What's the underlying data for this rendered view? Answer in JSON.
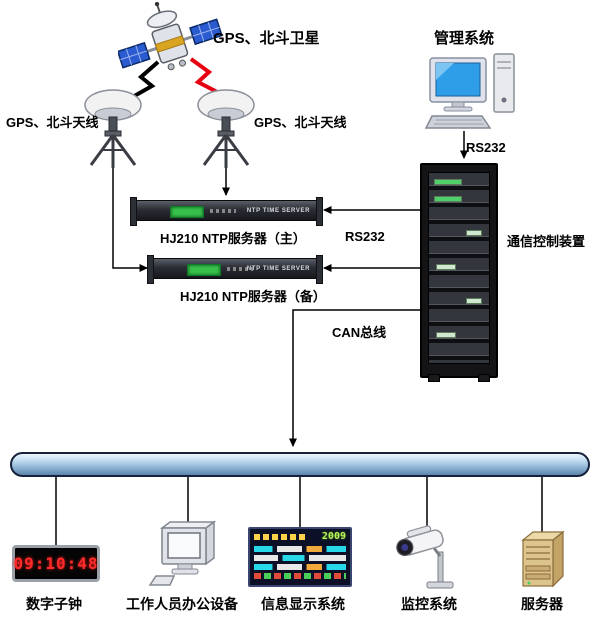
{
  "top": {
    "satellite_label": "GPS、北斗卫星",
    "management_label": "管理系统",
    "antenna_left_label": "GPS、北斗天线",
    "antenna_middle_label": "GPS、北斗天线"
  },
  "middle": {
    "ntp_main_label": "HJ210 NTP服务器（主）",
    "ntp_backup_label": "HJ210 NTP服务器（备）",
    "ntp_panel_text": "NTP TIME SERVER",
    "rs232_top_label": "RS232",
    "rs232_link_label": "RS232",
    "comm_control_label": "通信控制装置",
    "can_bus_label": "CAN总线"
  },
  "bottom": {
    "clock_label": "数字子钟",
    "clock_time": "09:10:48",
    "office_label": "工作人员办公设备",
    "display_label": "信息显示系统",
    "display_time": "2009",
    "camera_label": "监控系统",
    "server_label": "服务器"
  },
  "colors": {
    "bus_fill": "#8db4d4",
    "bus_border": "#16213d",
    "clock_digits": "#ff2b2b",
    "signal_black": "#000000",
    "signal_red": "#e60012",
    "ntp_lcd_green": "#37c14b"
  }
}
